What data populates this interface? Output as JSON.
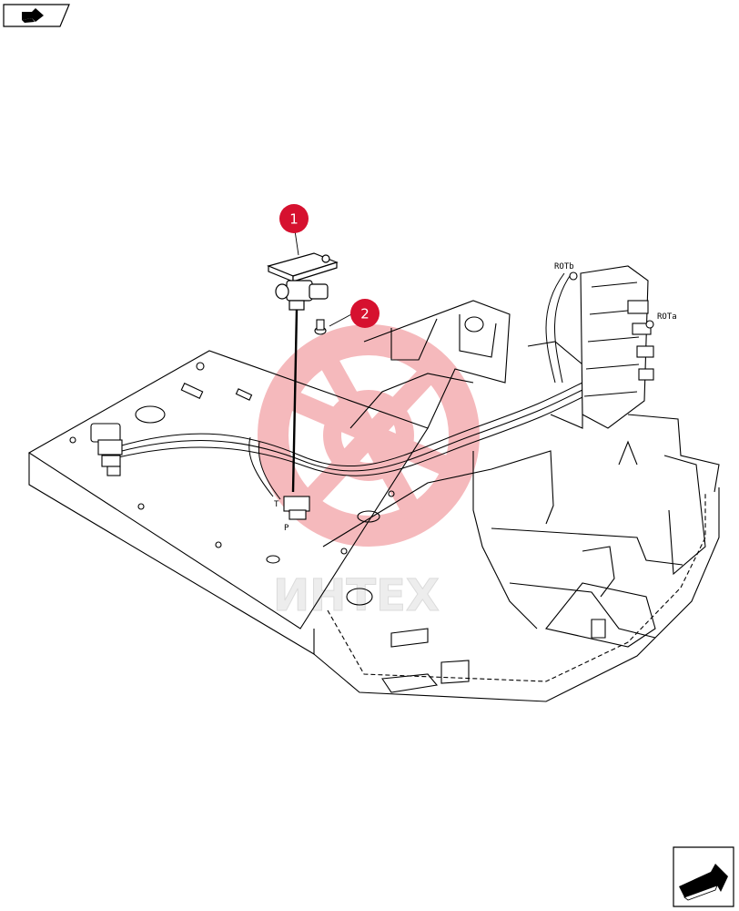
{
  "diagram": {
    "callouts": [
      {
        "id": "1",
        "label": "1"
      },
      {
        "id": "2",
        "label": "2"
      }
    ],
    "port_labels": {
      "rot_b": "ROTb",
      "rot_a": "ROTa",
      "port_t": "T",
      "port_p": "P"
    },
    "watermark_text": "ИНТЕХ"
  },
  "navigation": {
    "prev_icon": "arrow-back-icon",
    "next_icon": "arrow-forward-icon"
  },
  "colors": {
    "callout_fill": "#d6112f",
    "watermark": "#f2a2a6",
    "line": "#000000"
  }
}
